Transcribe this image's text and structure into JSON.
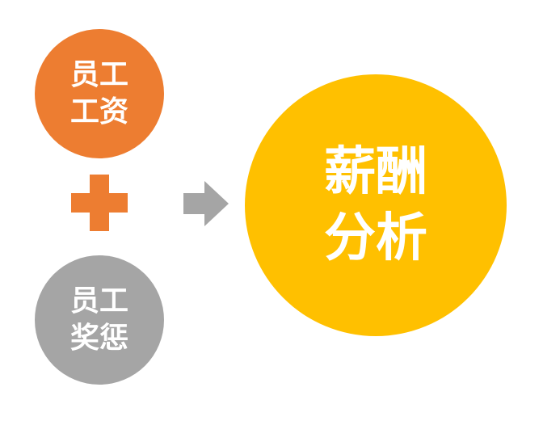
{
  "colors": {
    "salary_circle": "#ED7D31",
    "reward_circle": "#A5A5A5",
    "analysis_circle": "#FFC000",
    "plus_sign": "#ED7D31",
    "arrow": "#A5A5A5",
    "text": "#FFFFFF"
  },
  "salary": {
    "line1": "员工",
    "line2": "工资"
  },
  "reward": {
    "line1": "员工",
    "line2": "奖惩"
  },
  "analysis": {
    "line1": "薪酬",
    "line2": "分析"
  },
  "icons": {
    "operator": "plus-icon",
    "flow": "arrow-right-icon"
  }
}
